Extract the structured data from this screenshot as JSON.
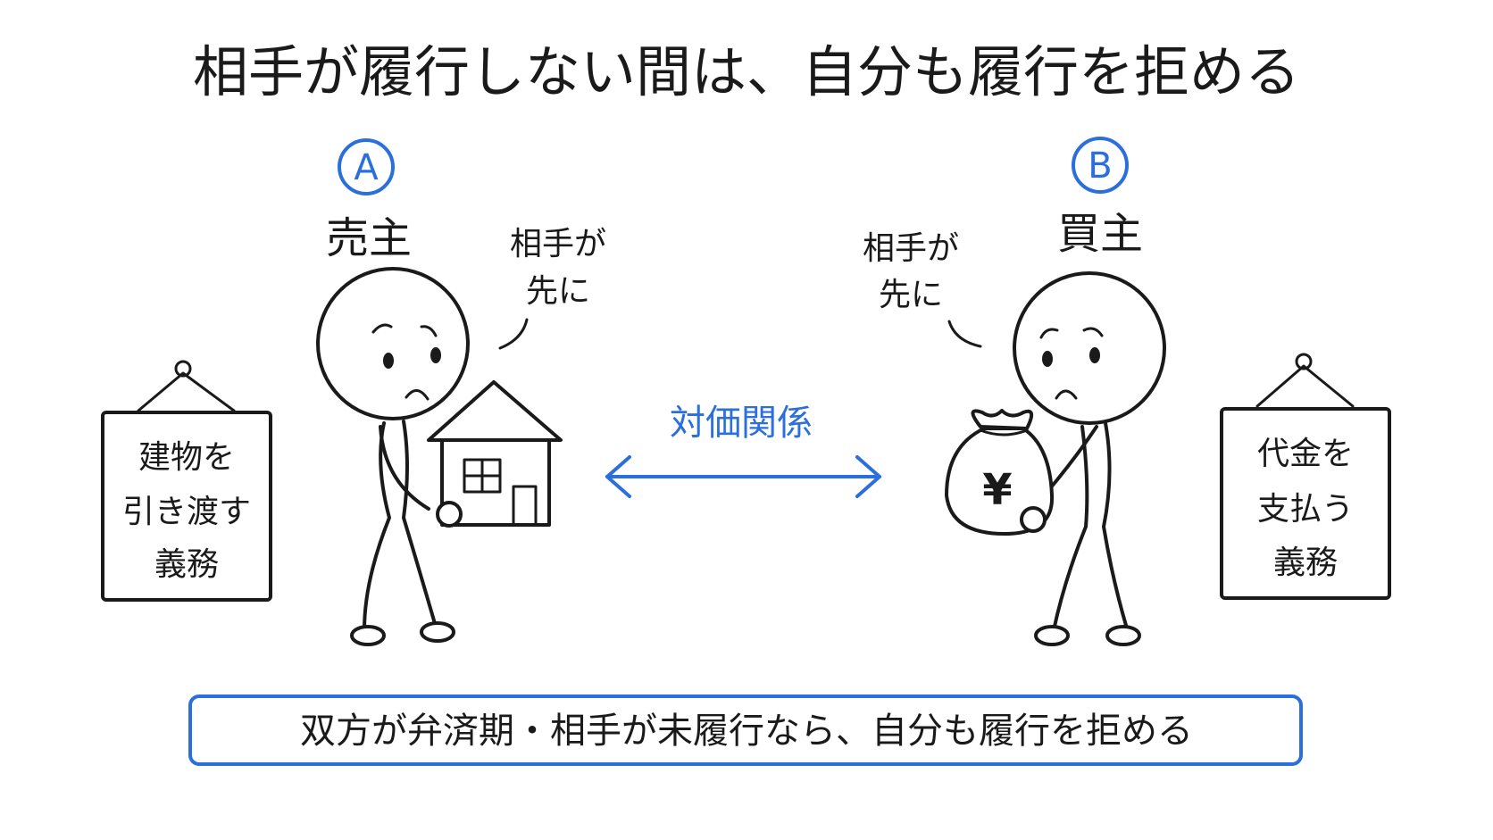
{
  "title": "相手が履行しない間は、自分も履行を拒める",
  "seller": {
    "badge": "A",
    "role": "売主",
    "speech_line1": "相手が",
    "speech_line2": "先に",
    "sign_line1": "建物を",
    "sign_line2": "引き渡す",
    "sign_line3": "義務"
  },
  "buyer": {
    "badge": "B",
    "role": "買主",
    "speech_line1": "相手が",
    "speech_line2": "先に",
    "sign_line1": "代金を",
    "sign_line2": "支払う",
    "sign_line3": "義務",
    "money_symbol": "¥"
  },
  "relation_label": "対価関係",
  "summary": "双方が弁済期・相手が未履行なら、自分も履行を拒める",
  "colors": {
    "accent": "#2a6fdc",
    "ink": "#1a1a1a",
    "background": "#ffffff"
  },
  "icons": [
    "house-icon",
    "money-bag-icon",
    "double-arrow-icon",
    "hanging-sign-icon"
  ]
}
